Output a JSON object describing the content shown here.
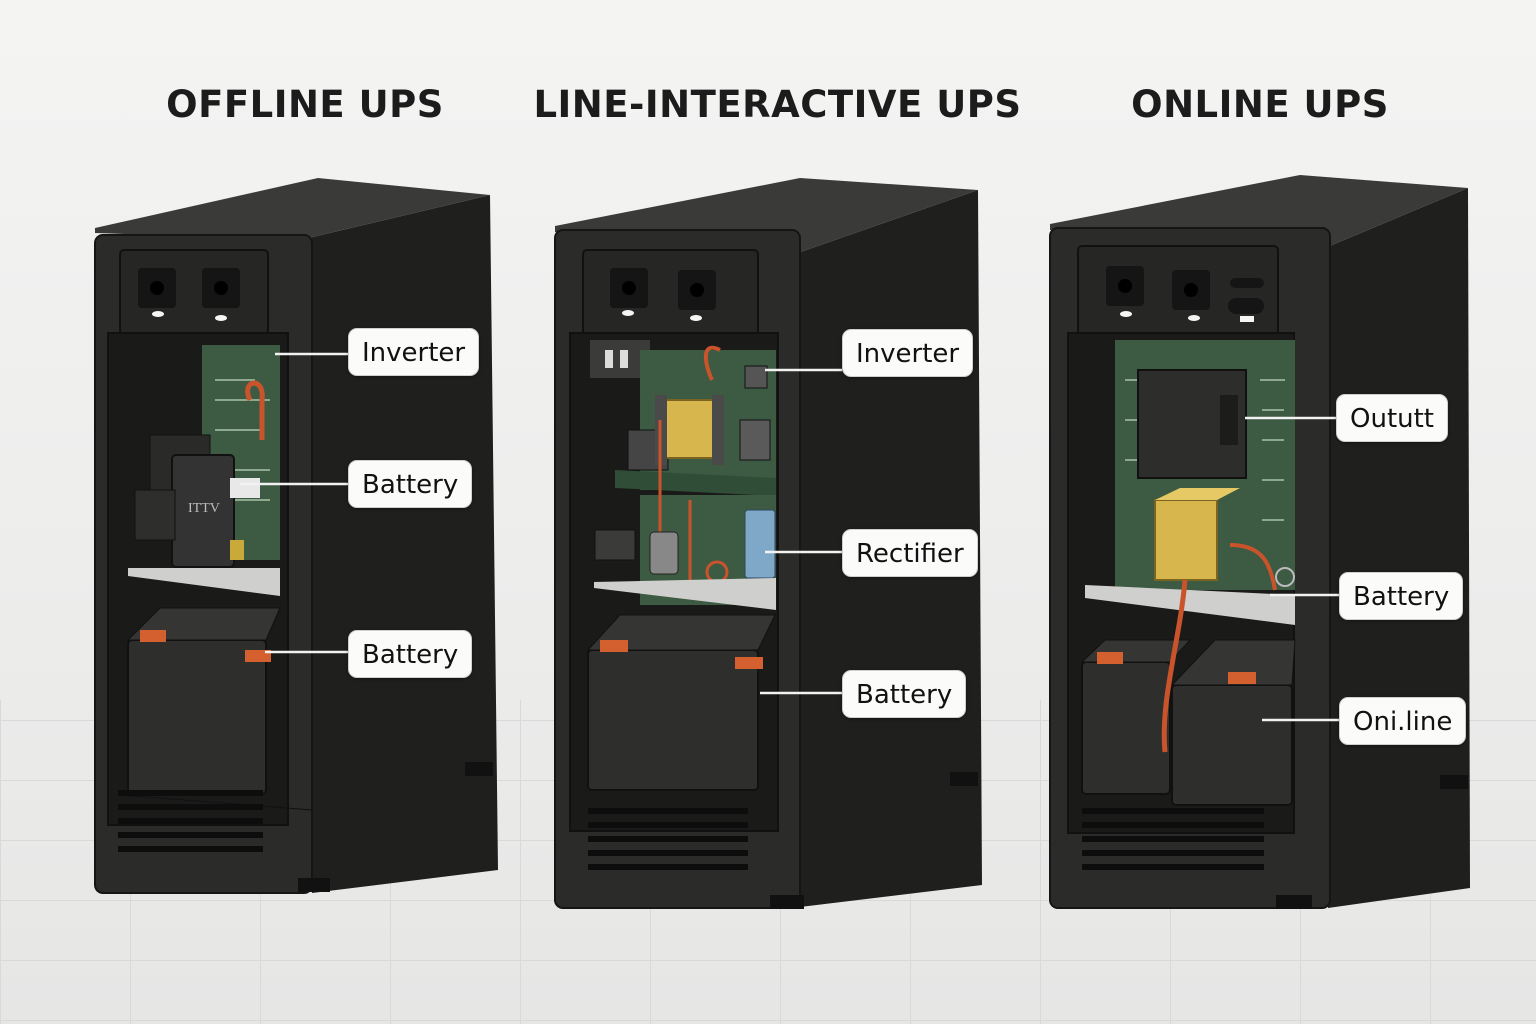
{
  "units": [
    {
      "title": "OFFLINE UPS",
      "device_label": "ITTV",
      "callouts": [
        {
          "label": "Inverter"
        },
        {
          "label": "Battery"
        },
        {
          "label": "Battery"
        }
      ]
    },
    {
      "title": "LINE-INTERACTIVE UPS",
      "callouts": [
        {
          "label": "Inverter"
        },
        {
          "label": "Rectifier"
        },
        {
          "label": "Battery"
        }
      ]
    },
    {
      "title": "ONLINE UPS",
      "callouts": [
        {
          "label": "Oututt"
        },
        {
          "label": "Battery"
        },
        {
          "label": "Oni.line"
        }
      ]
    }
  ],
  "colors": {
    "cabinet_front": "#2b2b2a",
    "cabinet_side": "#1f1f1e",
    "cabinet_top": "#3a3a39",
    "interior": "#1a1a19",
    "circuit_board": "#3d5a43",
    "transformer_yellow": "#d8b64e",
    "battery_terminal": "#d5602f",
    "wire_red": "#c9542c",
    "capacitor_blue": "#7fa7c8"
  }
}
